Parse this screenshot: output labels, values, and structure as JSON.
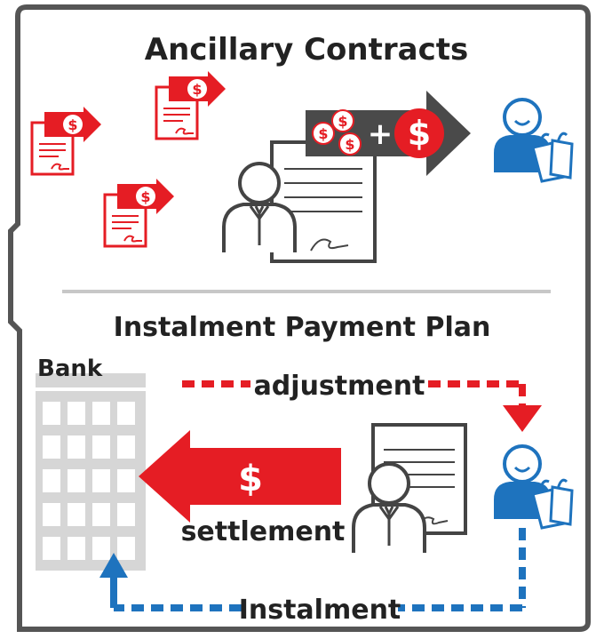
{
  "sections": {
    "top": {
      "title": "Ancillary Contracts"
    },
    "bottom": {
      "title": "Instalment Payment Plan"
    }
  },
  "labels": {
    "bank": "Bank",
    "adjustment": "adjustment",
    "settlement": "settlement",
    "instalment": "Instalment"
  },
  "symbols": {
    "dollar": "$",
    "plus": "+"
  },
  "colors": {
    "red": "#e51d24",
    "blue": "#1e73be",
    "dark_gray": "#4a4a4a",
    "light_gray": "#d6d6d6",
    "frame": "#555555"
  }
}
